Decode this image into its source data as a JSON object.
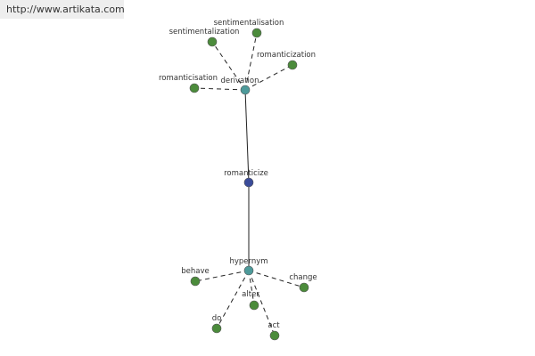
{
  "banner": {
    "url": "http://www.artikata.com"
  },
  "colors": {
    "center_node": "#3a4b99",
    "relation_node": "#4d9a9a",
    "leaf_node": "#4b8b3b",
    "edge": "#222222",
    "label": "#333333"
  },
  "graph": {
    "center": {
      "label": "romanticize"
    },
    "relations": [
      {
        "label": "derivation",
        "children": [
          "sentimentalization",
          "sentimentalisation",
          "romanticization",
          "romanticisation"
        ]
      },
      {
        "label": "hypernym",
        "children": [
          "behave",
          "do",
          "alter",
          "act",
          "change"
        ]
      }
    ]
  }
}
